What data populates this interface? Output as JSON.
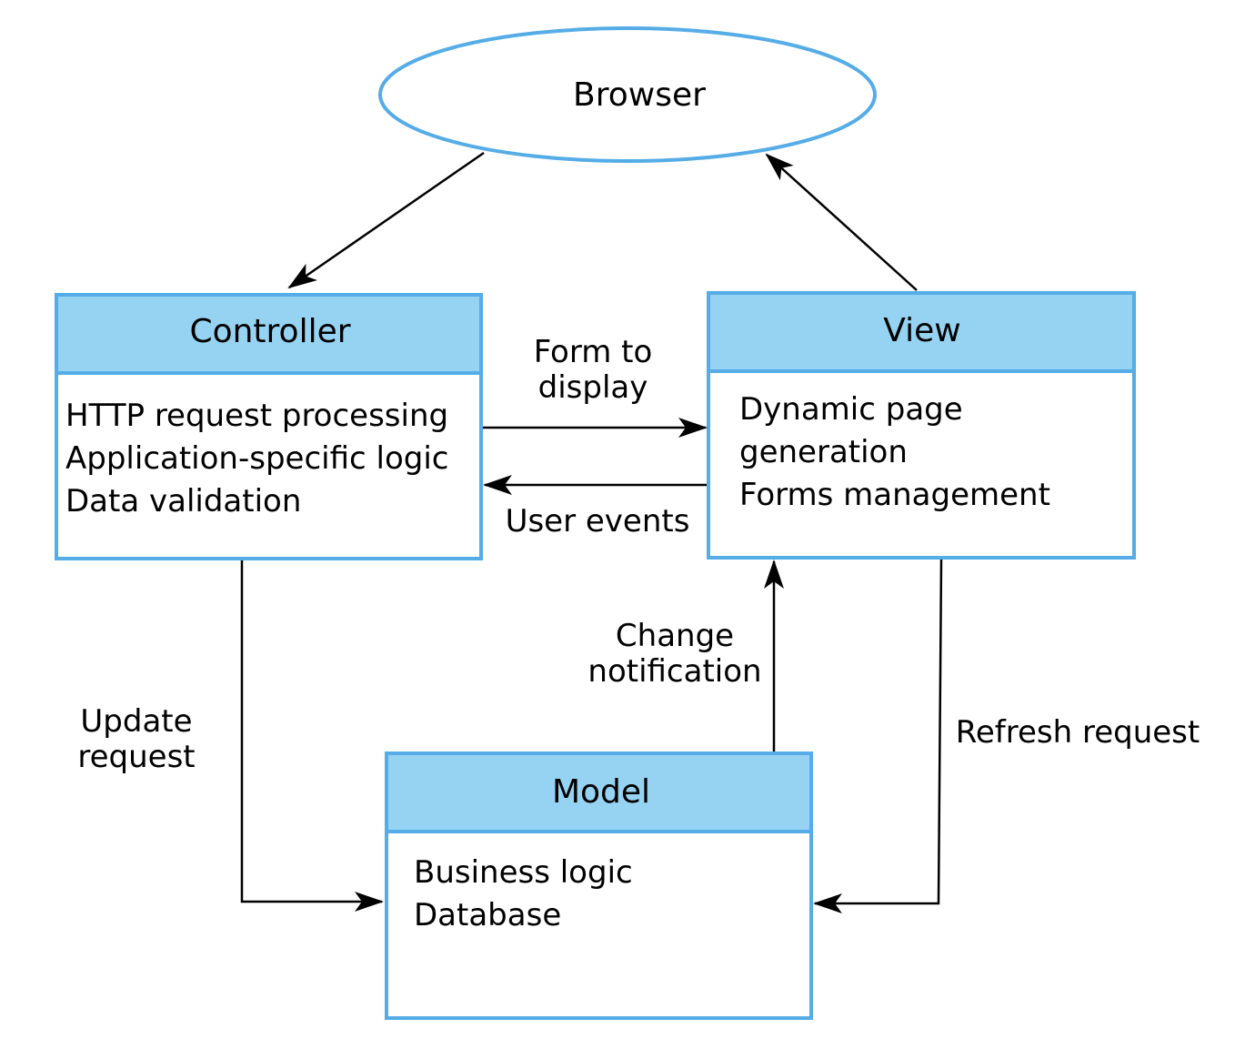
{
  "colors": {
    "box_border": "#55ACE6",
    "header_fill": "#96D3F2",
    "body_fill": "#FFFFFF",
    "arrow": "#000000"
  },
  "nodes": {
    "browser": {
      "label": "Browser",
      "shape": "ellipse"
    },
    "controller": {
      "title": "Controller",
      "lines": [
        "HTTP request processing",
        "Application-specific logic",
        "Data validation"
      ]
    },
    "view": {
      "title": "View",
      "lines": [
        "Dynamic page",
        "generation",
        "Forms management"
      ]
    },
    "model": {
      "title": "Model",
      "lines": [
        "Business logic",
        "Database"
      ]
    }
  },
  "edges": {
    "browser_to_controller": {
      "from": "Browser",
      "to": "Controller"
    },
    "view_to_browser": {
      "from": "View",
      "to": "Browser"
    },
    "form_to_display": {
      "from": "Controller",
      "to": "View",
      "label": [
        "Form to",
        "display"
      ]
    },
    "user_events": {
      "from": "View",
      "to": "Controller",
      "label": [
        "User events"
      ]
    },
    "update_request": {
      "from": "Controller",
      "to": "Model",
      "label": [
        "Update",
        "request"
      ]
    },
    "change_notification": {
      "from": "Model",
      "to": "View",
      "label": [
        "Change",
        "notification"
      ]
    },
    "refresh_request": {
      "from": "View",
      "to": "Model",
      "label": [
        "Refresh request"
      ]
    }
  }
}
